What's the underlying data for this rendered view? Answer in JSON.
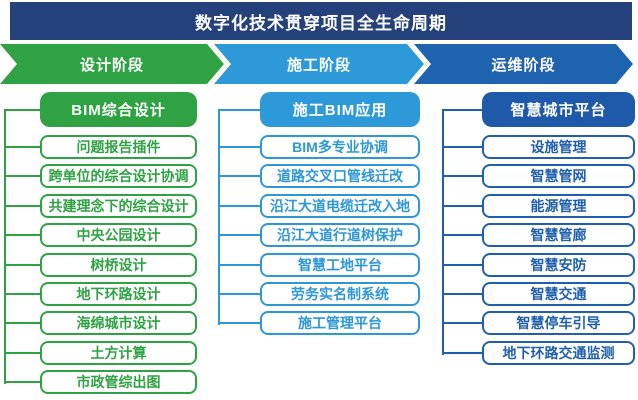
{
  "title": "数字化技术贯穿项目全生命周期",
  "colors": {
    "title_bg": "#25417B",
    "background": "#FFFFFF"
  },
  "phases": [
    {
      "label": "设计阶段",
      "arrow_color": "#2FA344",
      "line_color": "#2FA344",
      "header_fill": "#2FA344",
      "header": "BIM综合设计",
      "items": [
        "问题报告插件",
        "跨单位的综合设计协调",
        "共建理念下的综合设计",
        "中央公园设计",
        "树桥设计",
        "地下环路设计",
        "海绵城市设计",
        "土方计算",
        "市政管综出图"
      ]
    },
    {
      "label": "施工阶段",
      "arrow_color": "#2E99D9",
      "line_color": "#2E97D6",
      "header_fill": "#2E99D9",
      "header": "施工BIM应用",
      "items": [
        "BIM多专业协调",
        "道路交叉口管线迁改",
        "沿江大道电缆迁改入地",
        "沿江大道行道树保护",
        "智慧工地平台",
        "劳务实名制系统",
        "施工管理平台"
      ]
    },
    {
      "label": "运维阶段",
      "arrow_color": "#1F62AE",
      "line_color": "#1F5FAD",
      "header_fill": "#1E5AA9",
      "header": "智慧城市平台",
      "items": [
        "设施管理",
        "智慧管网",
        "能源管理",
        "智慧管廊",
        "智慧安防",
        "智慧交通",
        "智慧停车引导",
        "地下环路交通监测"
      ]
    }
  ]
}
